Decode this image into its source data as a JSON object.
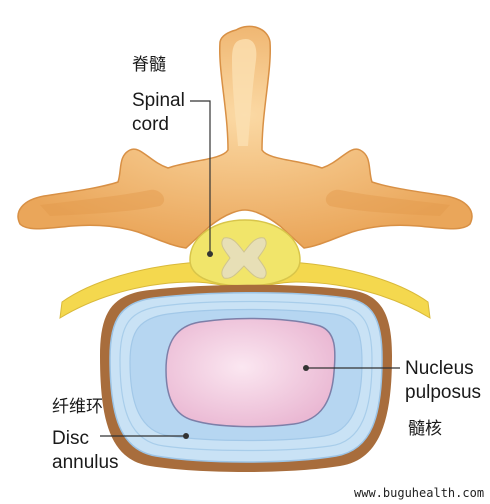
{
  "labels": {
    "spinal_cord_cn": "脊髓",
    "spinal_cord_en_line1": "Spinal",
    "spinal_cord_en_line2": "cord",
    "nucleus_en_line1": "Nucleus",
    "nucleus_en_line2": "pulposus",
    "nucleus_cn": "髓核",
    "annulus_cn": "纤维环",
    "annulus_en_line1": "Disc",
    "annulus_en_line2": "annulus"
  },
  "watermark": "www.buguhealth.com",
  "colors": {
    "bone": "#f2b56b",
    "bone_light": "#f9d39c",
    "bone_shadow": "#d98f3e",
    "cord": "#f1e56a",
    "cord_gray": "#e7dfb6",
    "ligament": "#f4d84e",
    "disc_rim": "#a86d3c",
    "disc_outer": "#c9e2f5",
    "disc_inner": "#b6d6f1",
    "nucleus": "#f2cde0"
  }
}
